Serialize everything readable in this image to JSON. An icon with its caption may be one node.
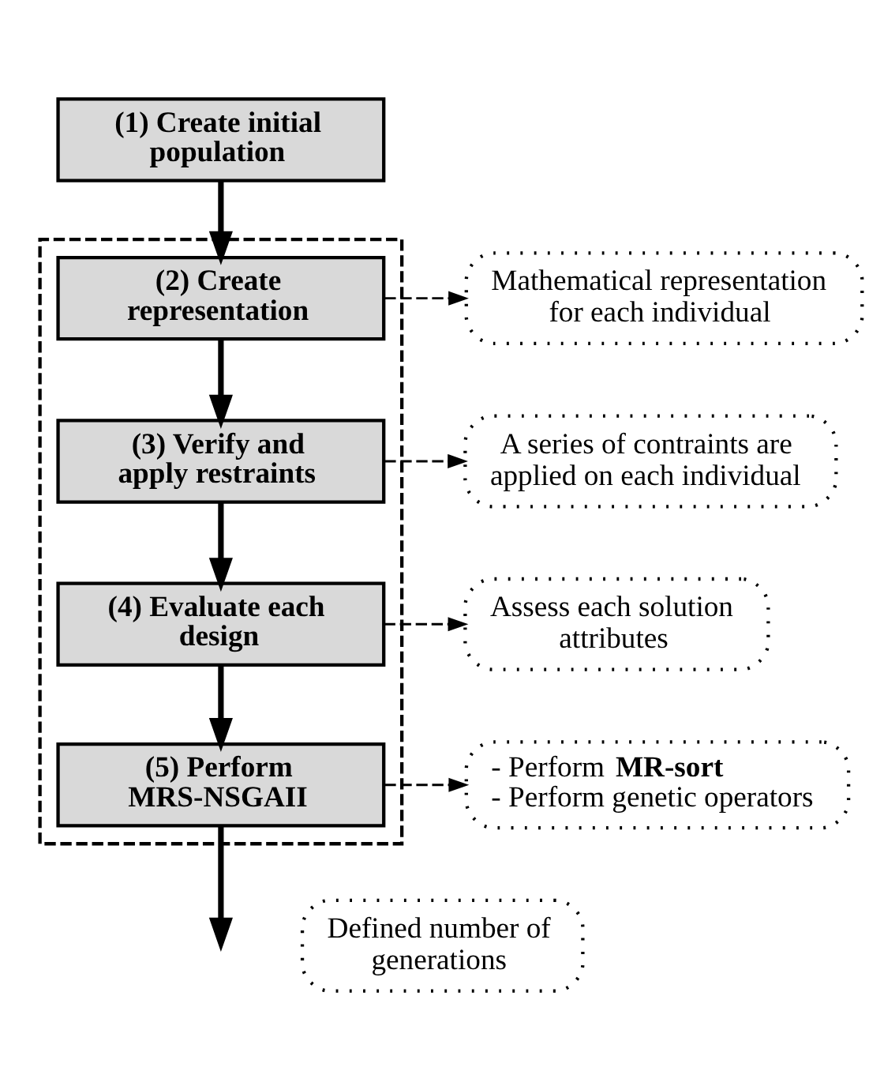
{
  "diagram": {
    "nodes": [
      {
        "text": [
          "(1) Create initial population"
        ]
      },
      {
        "text": [],
        "shape": "box"
      },
      {
        "text": [
          "(2) Create representation"
        ],
        "in": 1
      },
      {
        "text": [
          "Mathematical representation for each individual"
        ]
      },
      {
        "text": [
          "(3) Verify and apply restraints"
        ],
        "in": 1
      },
      {
        "text": [
          "A series of contraints are applied on each individual"
        ]
      },
      {
        "text": [
          "(4) Evaluate each design"
        ],
        "in": 1
      },
      {
        "text": [
          "Assess each solution attributes"
        ]
      },
      {
        "text": [
          "(5) Perform MRS-NSGAII"
        ],
        "in": 1
      },
      {
        "text": [
          "- Perform **MR-sort**",
          "- Perform genetic operators"
        ]
      },
      {
        "text": [
          "Defined number of generations"
        ]
      }
    ],
    "edges": [
      {
        "from": 0,
        "to": 2,
        "arrow": "to"
      },
      {
        "from": 2,
        "to": 3,
        "arrow": "to",
        "style": "dashed"
      },
      {
        "from": 2,
        "to": 4,
        "arrow": "to"
      },
      {
        "from": 4,
        "to": 5,
        "arrow": "to",
        "style": "dashed"
      },
      {
        "from": 4,
        "to": 6,
        "arrow": "to"
      },
      {
        "from": 6,
        "to": 7,
        "arrow": "to",
        "style": "dashed"
      },
      {
        "from": 6,
        "to": 8,
        "arrow": "to"
      },
      {
        "from": 8,
        "to": 9,
        "arrow": "to",
        "style": "dashed"
      },
      {
        "from": 8,
        "to": null,
        "arrow": "to"
      }
    ]
  }
}
